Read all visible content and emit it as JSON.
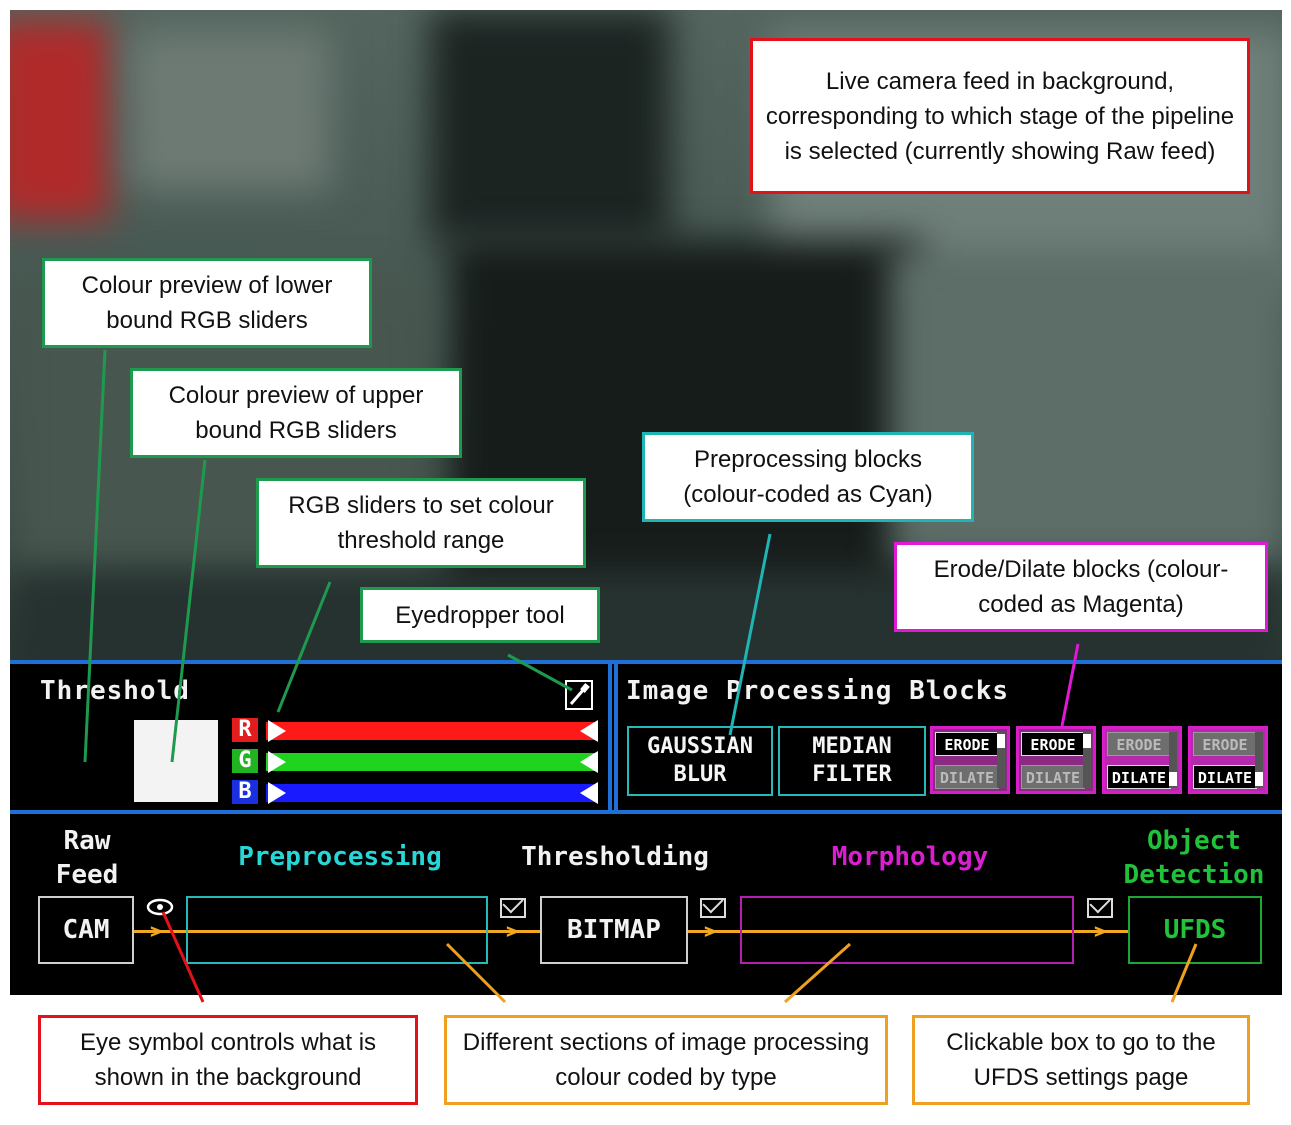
{
  "threshold_panel": {
    "title": "Threshold",
    "channels": [
      {
        "label": "R",
        "color": "#ff1a1a",
        "label_bg": "#e21d1d"
      },
      {
        "label": "G",
        "color": "#1fd31f",
        "label_bg": "#22b322"
      },
      {
        "label": "B",
        "color": "#1a1aff",
        "label_bg": "#1a2fe0"
      }
    ],
    "eyedropper": "eyedropper-icon"
  },
  "blocks_panel": {
    "title": "Image Processing Blocks",
    "preprocessing_blocks": [
      {
        "line1": "GAUSSIAN",
        "line2": "BLUR"
      },
      {
        "line1": "MEDIAN",
        "line2": "FILTER"
      }
    ],
    "morph_blocks": [
      {
        "top": "ERODE",
        "bottom": "DILATE",
        "active": "erode"
      },
      {
        "top": "ERODE",
        "bottom": "DILATE",
        "active": "erode"
      },
      {
        "top": "ERODE",
        "bottom": "DILATE",
        "active": "dilate"
      },
      {
        "top": "ERODE",
        "bottom": "DILATE",
        "active": "dilate"
      }
    ]
  },
  "pipeline": {
    "stages": [
      {
        "line1": "Raw",
        "line2": "Feed",
        "color": "#f2f2f2"
      },
      {
        "line1": "Preprocessing",
        "line2": "",
        "color": "#27d6d6"
      },
      {
        "line1": "Thresholding",
        "line2": "",
        "color": "#f2f2f2"
      },
      {
        "line1": "Morphology",
        "line2": "",
        "color": "#d91fd0"
      },
      {
        "line1": "Object",
        "line2": "Detection",
        "color": "#20c23a"
      }
    ],
    "nodes": {
      "cam": "CAM",
      "bitmap": "BITMAP",
      "ufds": "UFDS"
    },
    "colors": {
      "arrow": "#f0a820",
      "preprocessing": "#27b8b8",
      "morphology": "#b31fb0",
      "detection": "#1aa832"
    }
  },
  "callouts": {
    "live_feed": "Live camera feed in background, corresponding to which stage of the pipeline is selected (currently showing Raw feed)",
    "lower_preview": "Colour preview of lower bound RGB sliders",
    "upper_preview": "Colour preview of upper bound RGB sliders",
    "rgb_sliders": "RGB sliders to set colour threshold range",
    "eyedropper": "Eyedropper tool",
    "preprocessing_blocks": "Preprocessing blocks (colour-coded  as Cyan)",
    "erode_dilate": "Erode/Dilate blocks (colour-coded  as Magenta)",
    "eye_symbol": "Eye symbol controls what is shown in the background",
    "sections": "Different sections of image processing colour coded by type",
    "ufds_box": "Clickable box to go to the UFDS settings page"
  },
  "callout_colors": {
    "red": "#e3111b",
    "green": "#1e9a4e",
    "cyan": "#20b5b5",
    "magenta": "#e019d6",
    "orange": "#f0a020"
  }
}
